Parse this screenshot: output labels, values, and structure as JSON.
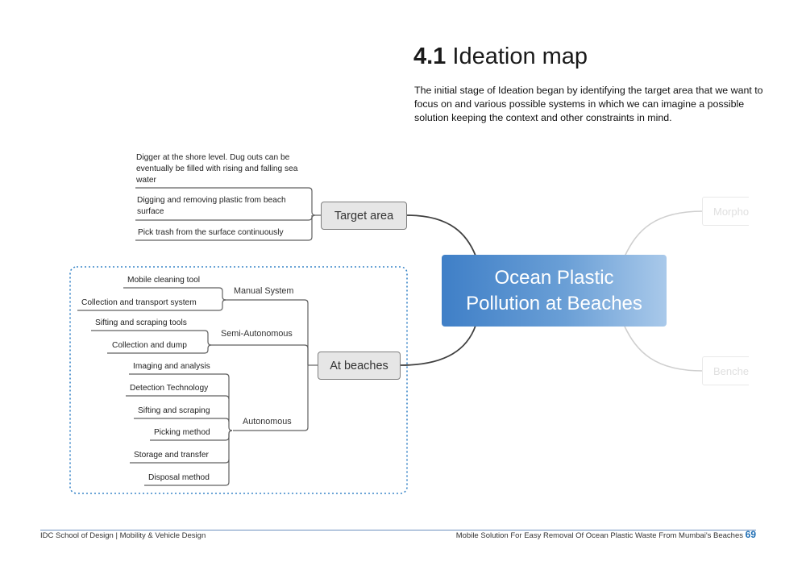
{
  "heading": {
    "number": "4.1",
    "title": "Ideation map"
  },
  "intro": "The initial stage of Ideation began by identifying the target area that we want to focus on and various possible systems in which we can imagine a possible solution keeping the context and other constraints in mind.",
  "mindmap": {
    "central": {
      "line1": "Ocean Plastic",
      "line2": "Pollution at Beaches"
    },
    "target_area": {
      "label": "Target area",
      "items": [
        "Digger at the shore level. Dug outs can be eventually be filled with rising and falling sea water",
        "Digging and removing plastic from beach surface",
        "Pick trash from the surface continuously"
      ]
    },
    "at_beaches": {
      "label": "At beaches",
      "manual": {
        "label": "Manual System",
        "items": [
          "Mobile cleaning tool",
          "Collection and transport system"
        ]
      },
      "semi": {
        "label": "Semi-Autonomous",
        "items": [
          "Sifting and scraping tools",
          "Collection and dump"
        ]
      },
      "auto": {
        "label": "Autonomous",
        "items": [
          "Imaging and analysis",
          "Detection Technology",
          "Sifting and scraping",
          "Picking method",
          "Storage and transfer",
          "Disposal method"
        ]
      }
    },
    "faded_branches": [
      "Morphology",
      "Benches"
    ]
  },
  "footer": {
    "left": "IDC School of Design | Mobility & Vehicle Design",
    "right": "Mobile Solution For Easy Removal Of Ocean Plastic Waste From Mumbai's Beaches",
    "page": "69"
  },
  "colors": {
    "accent": "#3f7fc7",
    "node_fill": "#e6e6e6",
    "footer_rule": "#6b8fbf",
    "page_number": "#1f6fb5"
  }
}
